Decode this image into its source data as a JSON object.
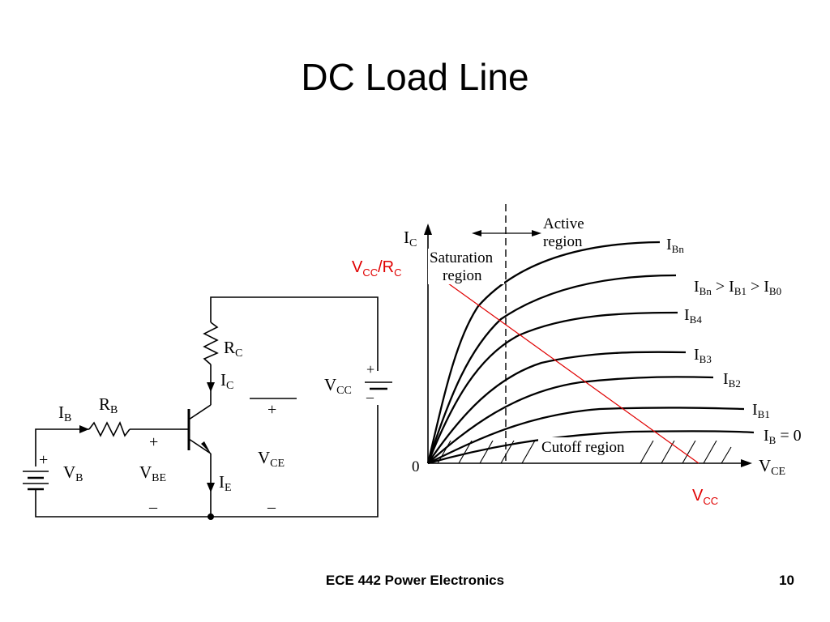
{
  "slide": {
    "title": "DC Load Line",
    "footer_course": "ECE 442 Power Electronics",
    "page_number": "10"
  },
  "circuit": {
    "ib": {
      "main": "I",
      "sub": "B"
    },
    "rb": {
      "main": "R",
      "sub": "B"
    },
    "vb": {
      "main": "V",
      "sub": "B"
    },
    "vbe": {
      "main": "V",
      "sub": "BE"
    },
    "rc": {
      "main": "R",
      "sub": "C"
    },
    "ic": {
      "main": "I",
      "sub": "C"
    },
    "ie": {
      "main": "I",
      "sub": "E"
    },
    "vce": {
      "main": "V",
      "sub": "CE"
    },
    "vcc": {
      "main": "V",
      "sub": "CC"
    },
    "plus": "+",
    "minus": "–"
  },
  "graph": {
    "y_axis": {
      "main": "I",
      "sub": "C"
    },
    "x_axis": {
      "main": "V",
      "sub": "CE"
    },
    "origin": "0",
    "active_region": [
      "Active",
      "region"
    ],
    "saturation_region": [
      "Saturation",
      "region"
    ],
    "cutoff_region": "Cutoff region",
    "ordering": {
      "parts": [
        "I",
        "Bn",
        " > I",
        "B1",
        " > I",
        "B0"
      ]
    },
    "curves": [
      {
        "main": "I",
        "sub": "Bn",
        "suffix": ""
      },
      {
        "main": "I",
        "sub": "B4",
        "suffix": ""
      },
      {
        "main": "I",
        "sub": "B3",
        "suffix": ""
      },
      {
        "main": "I",
        "sub": "B2",
        "suffix": ""
      },
      {
        "main": "I",
        "sub": "B1",
        "suffix": ""
      },
      {
        "main": "I",
        "sub": "B",
        "suffix": " = 0"
      }
    ],
    "load_line": {
      "color": "#e00000",
      "y_intercept": {
        "main": "V",
        "sub": "CC",
        "mid": "/R",
        "sub2": "C"
      },
      "x_intercept": {
        "main": "V",
        "sub": "CC"
      }
    }
  }
}
